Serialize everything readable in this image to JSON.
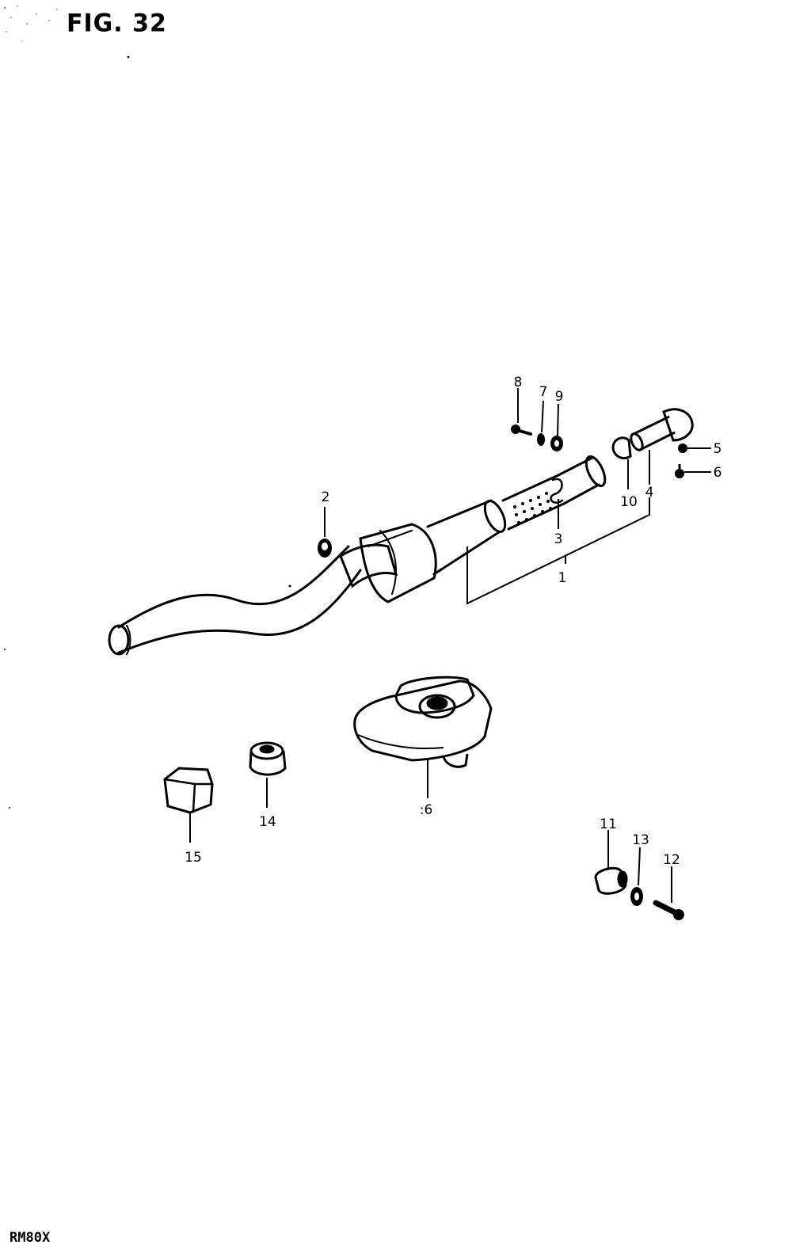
{
  "figure": {
    "title": "FIG. 32",
    "model": "RM80X"
  },
  "callouts": [
    {
      "id": "c1",
      "label": "1"
    },
    {
      "id": "c2",
      "label": "2"
    },
    {
      "id": "c3",
      "label": "3"
    },
    {
      "id": "c4",
      "label": "4"
    },
    {
      "id": "c5",
      "label": "5"
    },
    {
      "id": "c6",
      "label": "6"
    },
    {
      "id": "c7",
      "label": "7"
    },
    {
      "id": "c8",
      "label": "8"
    },
    {
      "id": "c9",
      "label": "9"
    },
    {
      "id": "c10",
      "label": "10"
    },
    {
      "id": "c11",
      "label": "11"
    },
    {
      "id": "c12",
      "label": "12"
    },
    {
      "id": "c13",
      "label": "13"
    },
    {
      "id": "c14",
      "label": "14"
    },
    {
      "id": "c15",
      "label": "15"
    },
    {
      "id": "c16",
      "label": ":6"
    }
  ]
}
